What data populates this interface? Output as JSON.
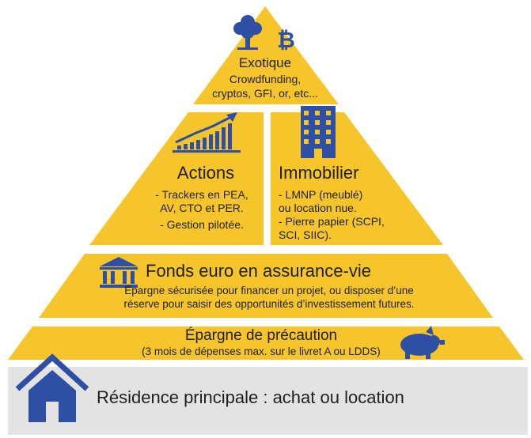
{
  "colors": {
    "gold": "#F6C52B",
    "blue": "#2E4FA3",
    "ground": "#E3E3E3",
    "text": "#1f1f1f"
  },
  "tiers": {
    "exotique": {
      "title": "Exotique",
      "line1": "Crowdfunding,",
      "line2": "cryptos, GFI, or, etc..."
    },
    "actions": {
      "title": "Actions",
      "item1_line1": "- Trackers en PEA,",
      "item1_line2": "AV, CTO et PER.",
      "item2": "- Gestion pilotée."
    },
    "immobilier": {
      "title": "Immobilier",
      "item1_line1": "- LMNP (meublé)",
      "item1_line2": "ou location nue.",
      "item2_line1": "- Pierre papier (SCPI,",
      "item2_line2": "SCI, SIIC)."
    },
    "fonds_euro": {
      "title": "Fonds euro en assurance-vie",
      "line1": "Épargne sécurisée pour financer un projet, ou disposer d’une",
      "line2": "réserve pour saisir des opportunités d’investissement futures."
    },
    "precaution": {
      "title": "Épargne de précaution",
      "subtitle": "(3 mois de dépenses max. sur le livret A ou LDDS)"
    },
    "residence": {
      "title": "Résidence principale : achat ou location"
    }
  },
  "icons": {
    "tree": "tree-icon",
    "bitcoin": "bitcoin-icon",
    "chart": "growth-chart-icon",
    "building": "building-icon",
    "bank": "bank-icon",
    "piggy": "piggy-bank-icon",
    "house": "house-icon"
  }
}
